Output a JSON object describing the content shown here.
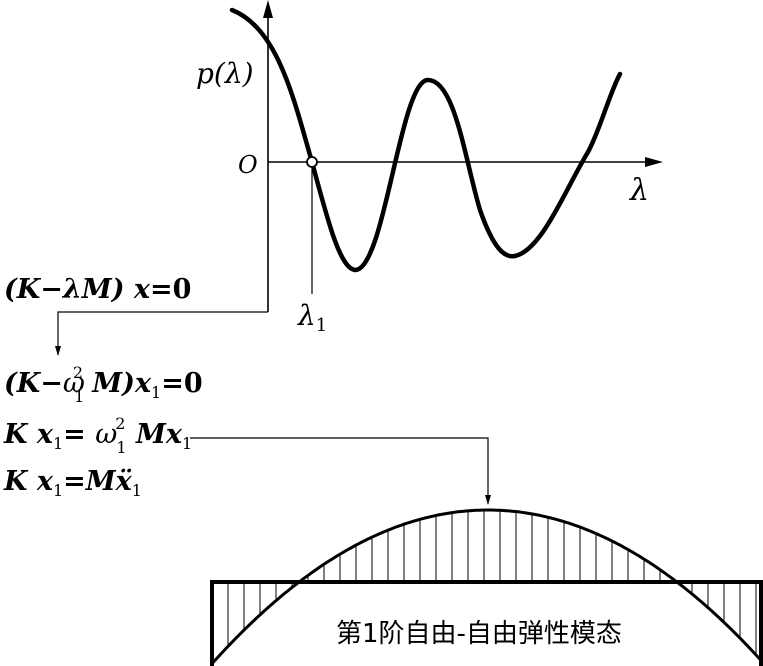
{
  "graph": {
    "y_label": "p(λ)",
    "x_label": "λ",
    "origin_label": "O",
    "root_label_main": "λ",
    "root_label_sub": "1"
  },
  "equations": {
    "eq1_a": "(K",
    "eq1_b": "−λM",
    "eq1_c": ") x",
    "eq1_d": "=0",
    "eq2_a": "(K−",
    "eq2_omega": "ω",
    "eq2_sup": "2",
    "eq2_sub": "1",
    "eq2_b": "M",
    "eq2_c": ")x",
    "eq2_xsub": "1",
    "eq2_d": "=0",
    "eq3_a": "K x",
    "eq3_sub1": "1",
    "eq3_b": "= ",
    "eq3_omega": "ω",
    "eq3_sup": "2",
    "eq3_osub": "1",
    "eq3_c": " Mx",
    "eq3_sub2": "1",
    "eq4_a": "K x",
    "eq4_sub1": "1",
    "eq4_b": "=Mẍ",
    "eq4_sub2": "1"
  },
  "mode_shape": {
    "caption": "第1阶自由-自由弹性模态"
  }
}
